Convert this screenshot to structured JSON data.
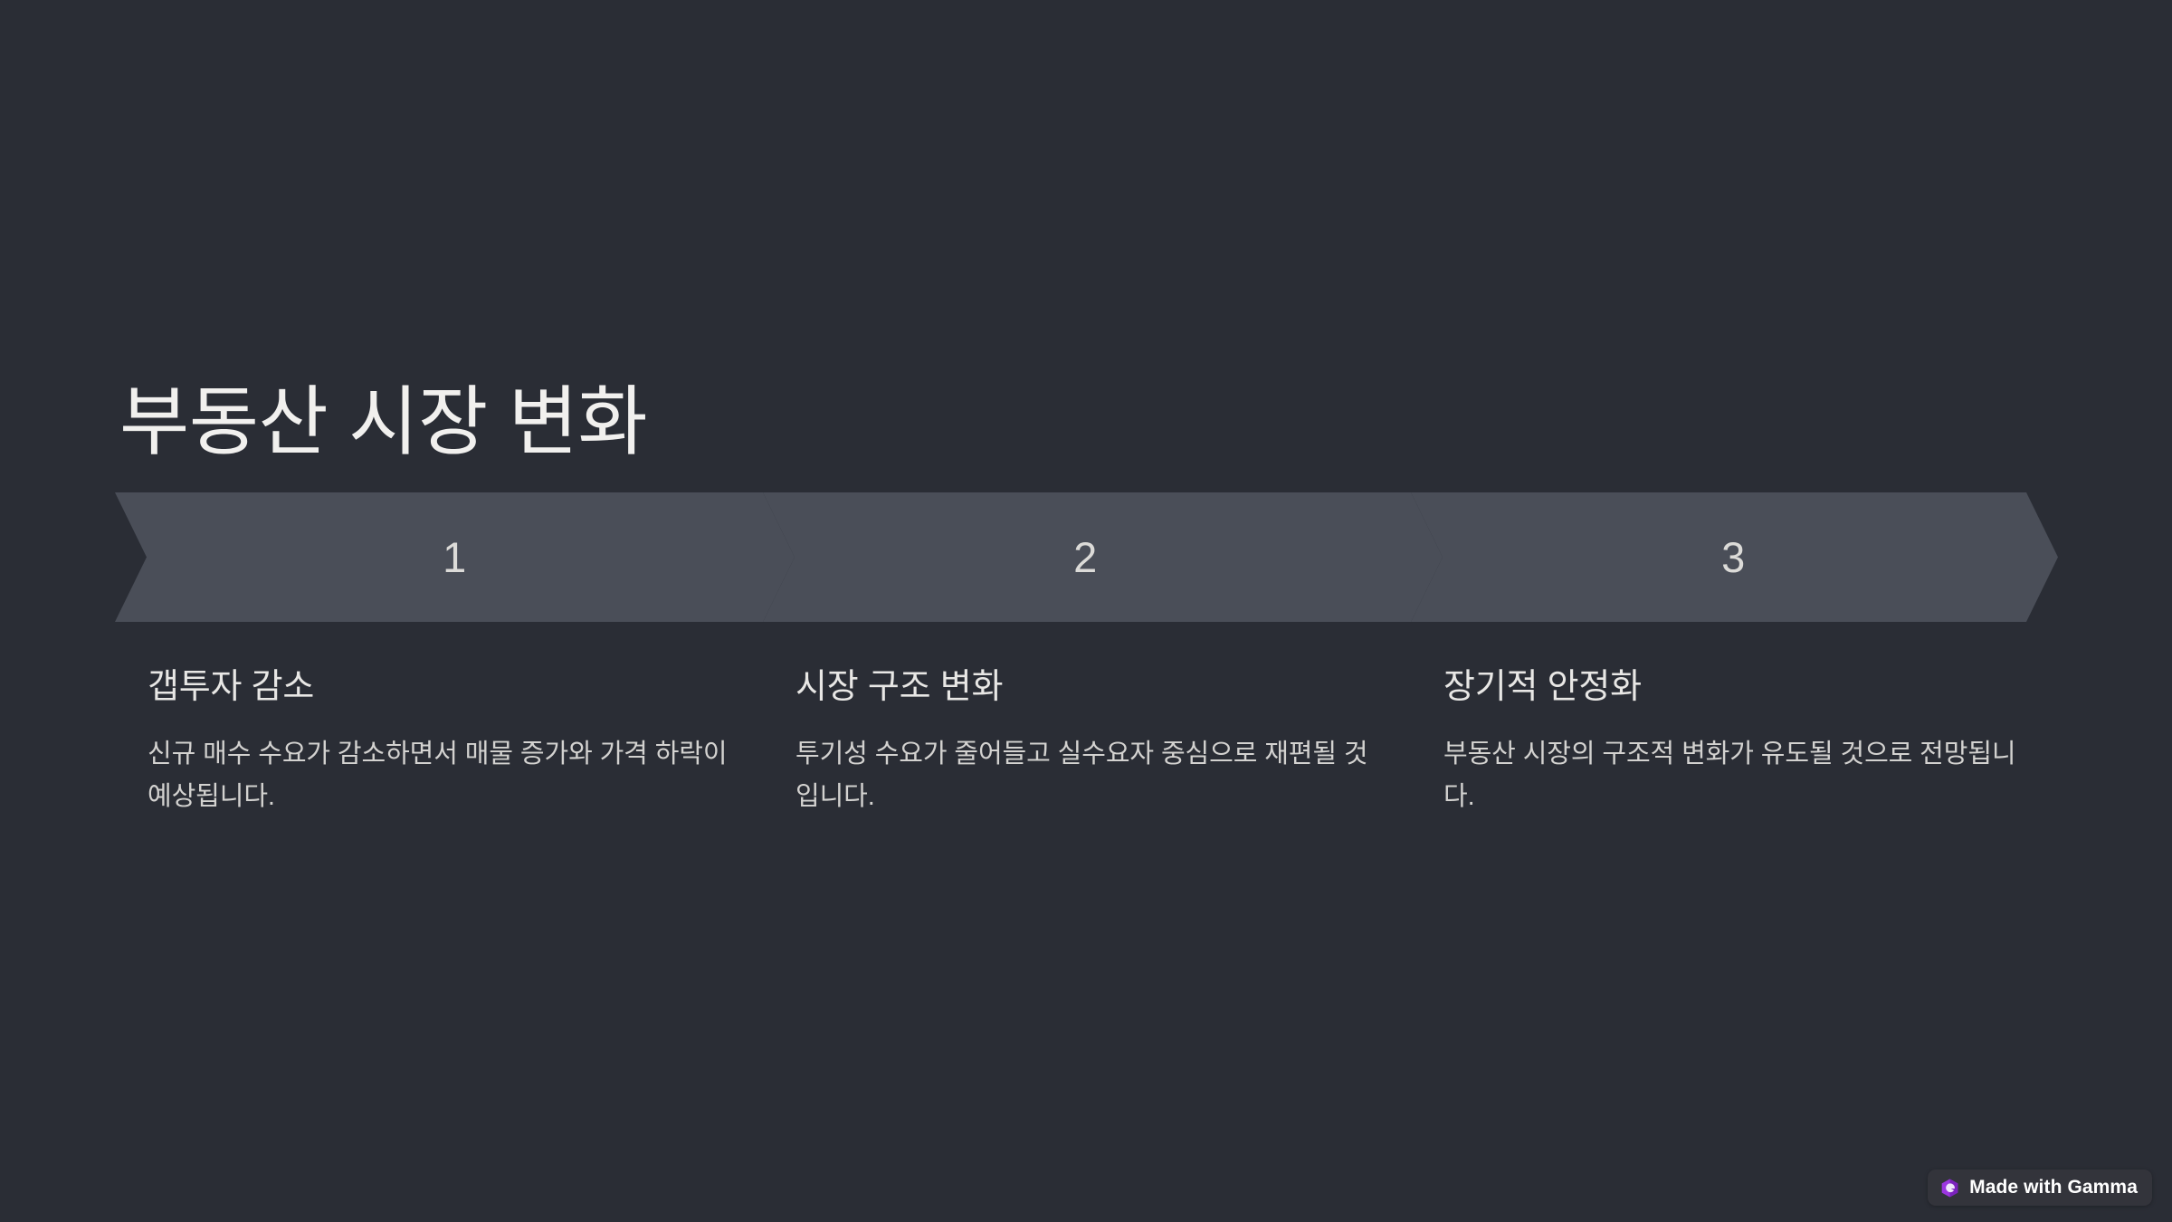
{
  "slide": {
    "title": "부동산 시장 변화",
    "background_color": "#2a2d35",
    "chevron_color": "#4a4e58",
    "title_color": "#f1f0ee"
  },
  "steps": [
    {
      "number": "1",
      "heading": "갭투자 감소",
      "body": "신규 매수 수요가 감소하면서 매물 증가와 가격 하락이 예상됩니다."
    },
    {
      "number": "2",
      "heading": "시장 구조 변화",
      "body": "투기성 수요가 줄어들고 실수요자 중심으로 재편될 것입니다."
    },
    {
      "number": "3",
      "heading": "장기적 안정화",
      "body": "부동산 시장의 구조적 변화가 유도될 것으로 전망됩니다."
    }
  ],
  "badge": {
    "label": "Made with Gamma",
    "logo_icon": "gamma-logo-icon",
    "logo_color": "#a855f7",
    "background_color": "#33343b"
  }
}
